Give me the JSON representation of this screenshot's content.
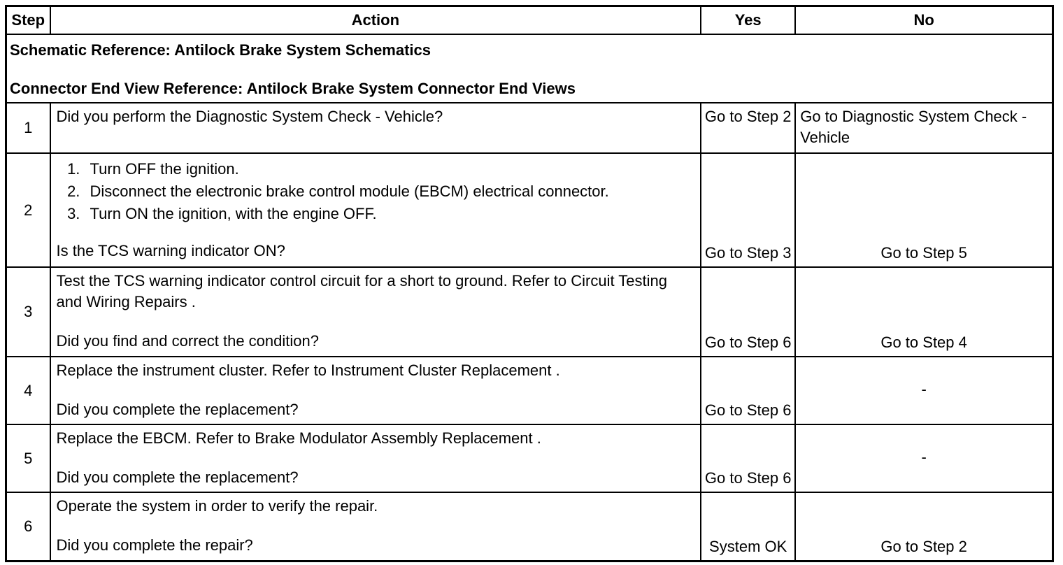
{
  "header": {
    "step": "Step",
    "action": "Action",
    "yes": "Yes",
    "no": "No"
  },
  "references": {
    "schematic": "Schematic Reference: Antilock Brake System Schematics",
    "connector": "Connector End View Reference: Antilock Brake System Connector End Views"
  },
  "rows": [
    {
      "step": "1",
      "action": "Did you perform the Diagnostic System Check - Vehicle?",
      "yes": "Go to Step 2",
      "no": "Go to Diagnostic System Check - Vehicle"
    },
    {
      "step": "2",
      "items": [
        "Turn OFF the ignition.",
        "Disconnect the electronic brake control module (EBCM) electrical connector.",
        "Turn ON the ignition, with the engine OFF."
      ],
      "question": "Is the TCS warning indicator ON?",
      "yes": "Go to Step 3",
      "no": "Go to Step 5"
    },
    {
      "step": "3",
      "action": "Test the TCS warning indicator control circuit for a short to ground. Refer to Circuit Testing and Wiring Repairs .",
      "question": "Did you find and correct the condition?",
      "yes": "Go to Step 6",
      "no": "Go to Step 4"
    },
    {
      "step": "4",
      "action": "Replace the instrument cluster. Refer to Instrument Cluster Replacement .",
      "question": "Did you complete the replacement?",
      "yes": "Go to Step 6",
      "no": "-"
    },
    {
      "step": "5",
      "action": "Replace the EBCM. Refer to Brake Modulator Assembly Replacement .",
      "question": "Did you complete the replacement?",
      "yes": "Go to Step 6",
      "no": "-"
    },
    {
      "step": "6",
      "action": "Operate the system in order to verify the repair.",
      "question": "Did you complete the repair?",
      "yes": "System OK",
      "no": "Go to Step 2"
    }
  ]
}
